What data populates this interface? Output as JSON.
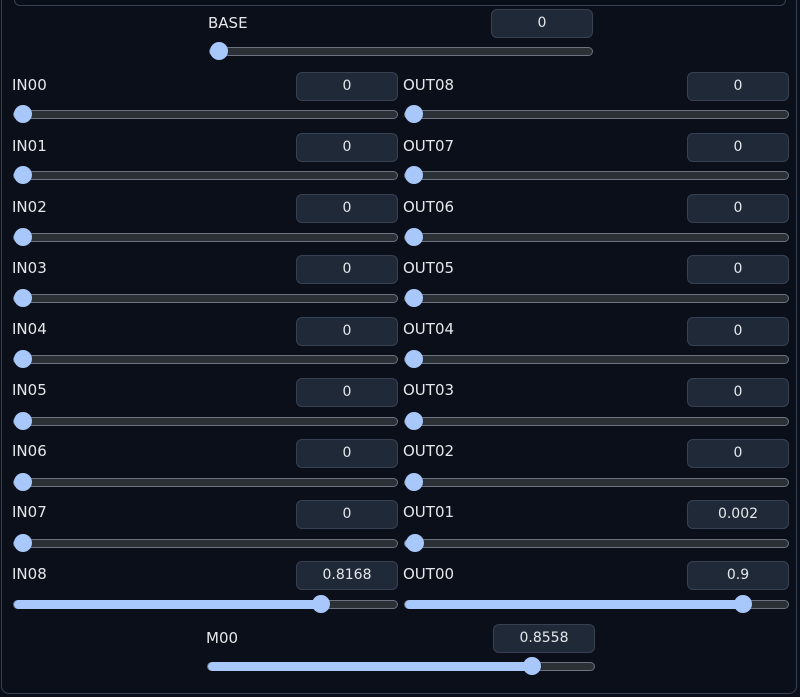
{
  "colors": {
    "background": "#0b0f19",
    "accent": "#a8c7fa",
    "input_bg": "#1f2937",
    "border": "#374151"
  },
  "sliders": {
    "base": {
      "label": "BASE",
      "value": "0",
      "fraction": 0.0
    },
    "in00": {
      "label": "IN00",
      "value": "0",
      "fraction": 0.0
    },
    "in01": {
      "label": "IN01",
      "value": "0",
      "fraction": 0.0
    },
    "in02": {
      "label": "IN02",
      "value": "0",
      "fraction": 0.0
    },
    "in03": {
      "label": "IN03",
      "value": "0",
      "fraction": 0.0
    },
    "in04": {
      "label": "IN04",
      "value": "0",
      "fraction": 0.0
    },
    "in05": {
      "label": "IN05",
      "value": "0",
      "fraction": 0.0
    },
    "in06": {
      "label": "IN06",
      "value": "0",
      "fraction": 0.0
    },
    "in07": {
      "label": "IN07",
      "value": "0",
      "fraction": 0.0
    },
    "in08": {
      "label": "IN08",
      "value": "0.8168",
      "fraction": 0.8168
    },
    "out08": {
      "label": "OUT08",
      "value": "0",
      "fraction": 0.0
    },
    "out07": {
      "label": "OUT07",
      "value": "0",
      "fraction": 0.0
    },
    "out06": {
      "label": "OUT06",
      "value": "0",
      "fraction": 0.0
    },
    "out05": {
      "label": "OUT05",
      "value": "0",
      "fraction": 0.0
    },
    "out04": {
      "label": "OUT04",
      "value": "0",
      "fraction": 0.0
    },
    "out03": {
      "label": "OUT03",
      "value": "0",
      "fraction": 0.0
    },
    "out02": {
      "label": "OUT02",
      "value": "0",
      "fraction": 0.0
    },
    "out01": {
      "label": "OUT01",
      "value": "0.002",
      "fraction": 0.002
    },
    "out00": {
      "label": "OUT00",
      "value": "0.9",
      "fraction": 0.9
    },
    "m00": {
      "label": "M00",
      "value": "0.8558",
      "fraction": 0.8558
    }
  }
}
